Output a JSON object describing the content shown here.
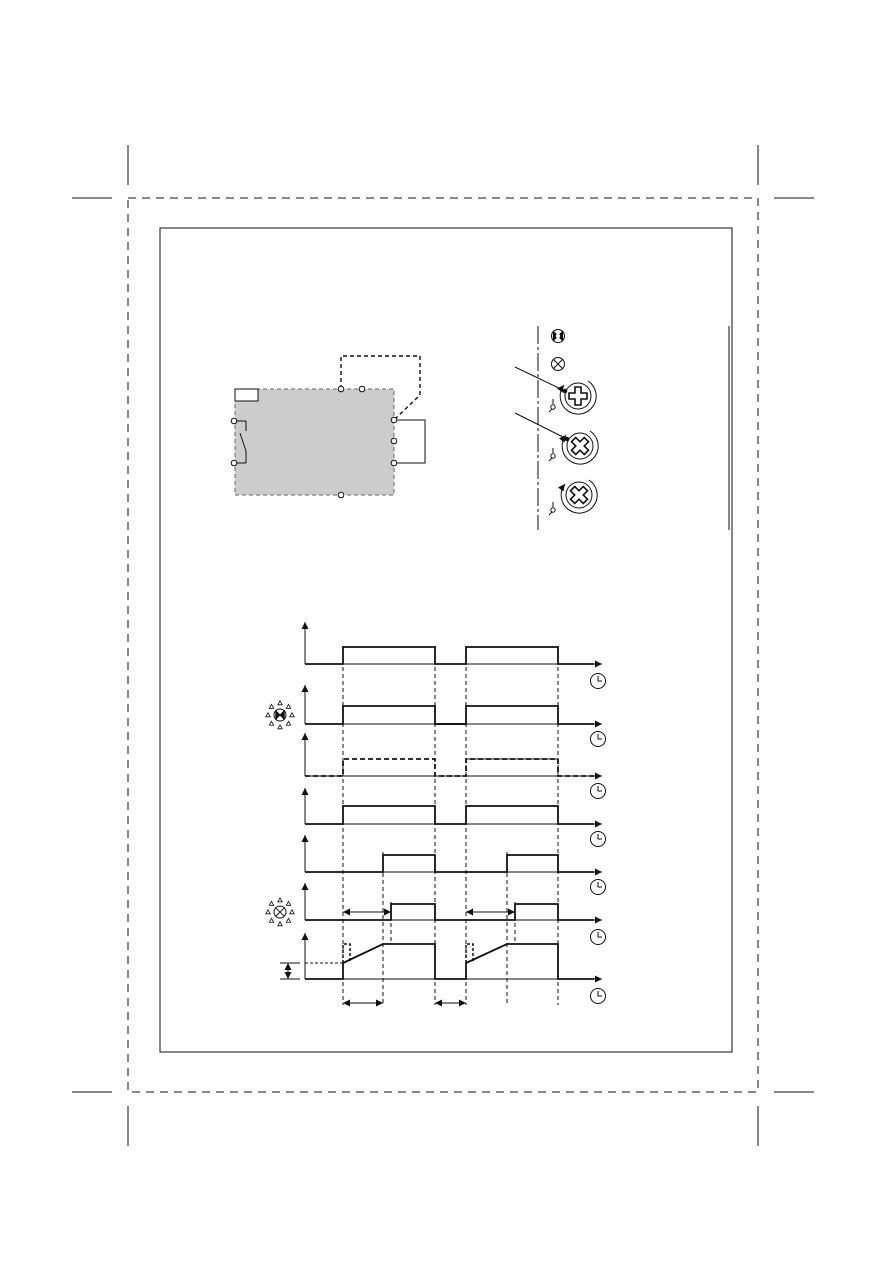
{
  "page": {
    "background": "#ffffff",
    "ink": "#111111",
    "module_fill": "#cccccc",
    "has_text": false
  },
  "wiring_diagram": {
    "terminals_left": 2,
    "terminals_right": 3,
    "terminals_top": 2,
    "terminals_bottom": 1
  },
  "indicators": [
    {
      "name": "led-on-indicator",
      "symbol": "half-filled-circle"
    },
    {
      "name": "led-relay-indicator",
      "symbol": "crossed-circle"
    }
  ],
  "potentiometers": [
    {
      "name": "pot-1",
      "symbol": "plus-knob",
      "with_leader": true
    },
    {
      "name": "pot-2",
      "symbol": "cross-knob",
      "with_leader": true
    },
    {
      "name": "pot-3",
      "symbol": "cross-knob",
      "with_leader": false
    }
  ],
  "timing_diagram": {
    "rows": [
      {
        "name": "supply-signal",
        "style": "solid",
        "indicator": null
      },
      {
        "name": "led-on-signal",
        "style": "solid",
        "indicator": "led-on-indicator"
      },
      {
        "name": "dashed-signal",
        "style": "dashed",
        "indicator": null
      },
      {
        "name": "control-signal",
        "style": "solid",
        "indicator": null
      },
      {
        "name": "delayed-signal",
        "style": "solid",
        "indicator": null
      },
      {
        "name": "relay-signal",
        "style": "solid",
        "indicator": "led-relay-indicator"
      },
      {
        "name": "ramp-output-signal",
        "style": "ramp",
        "indicator": null
      }
    ]
  }
}
